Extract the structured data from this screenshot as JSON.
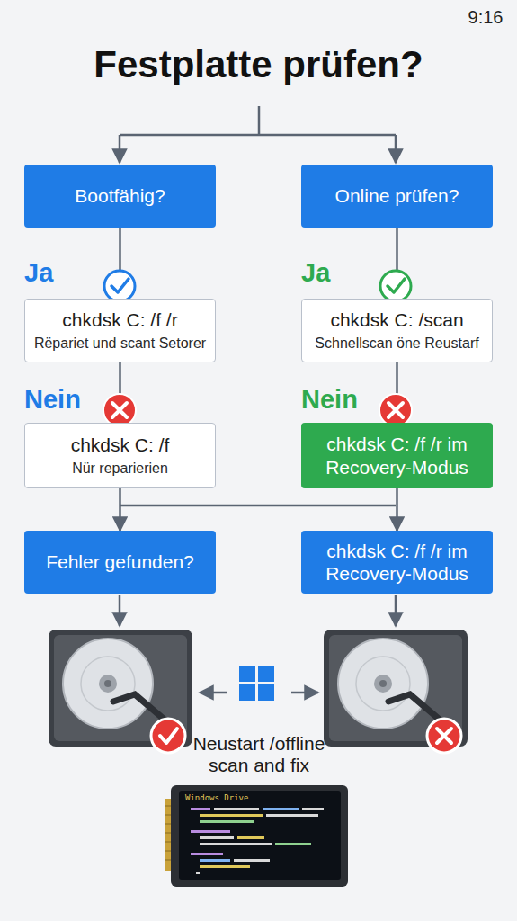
{
  "diagram": {
    "title": "Festplatte prüfen?",
    "nodes": [
      {
        "text": [
          "Bootfähig?"
        ]
      },
      {
        "text": [
          "Online prüfen?"
        ]
      },
      {
        "text": [
          "chkdsk C: /f /r",
          "Rëpariet und scant Setorer"
        ]
      },
      {
        "text": [
          "chkdsk C: /scan",
          "Schnellscan öne Reustarf"
        ]
      },
      {
        "text": [
          "chkdsk C: /f",
          "Nür reparierien"
        ]
      },
      {
        "text": [
          "chkdsk C: /f /r im Recovery-Modus"
        ]
      },
      {
        "text": [
          "Fehler gefunden?"
        ]
      },
      {
        "text": [
          "chkdsk C: /f /r im Recovery-Modus"
        ]
      }
    ],
    "edges": [
      {
        "from": 0,
        "to": 2,
        "label": "Ja",
        "arrow": "to"
      },
      {
        "from": 1,
        "to": 3,
        "label": "Ja",
        "arrow": "to"
      },
      {
        "from": 2,
        "to": 4,
        "label": "Nein",
        "arrow": "to"
      },
      {
        "from": 3,
        "to": 5,
        "label": "Nein",
        "arrow": "to"
      },
      {
        "from": 4,
        "to": 6,
        "arrow": "to"
      },
      {
        "from": 5,
        "to": 7,
        "arrow": "to"
      }
    ],
    "labels": [
      "9:16",
      "Neustart /offline scan and fix",
      "Windows Drive"
    ]
  }
}
